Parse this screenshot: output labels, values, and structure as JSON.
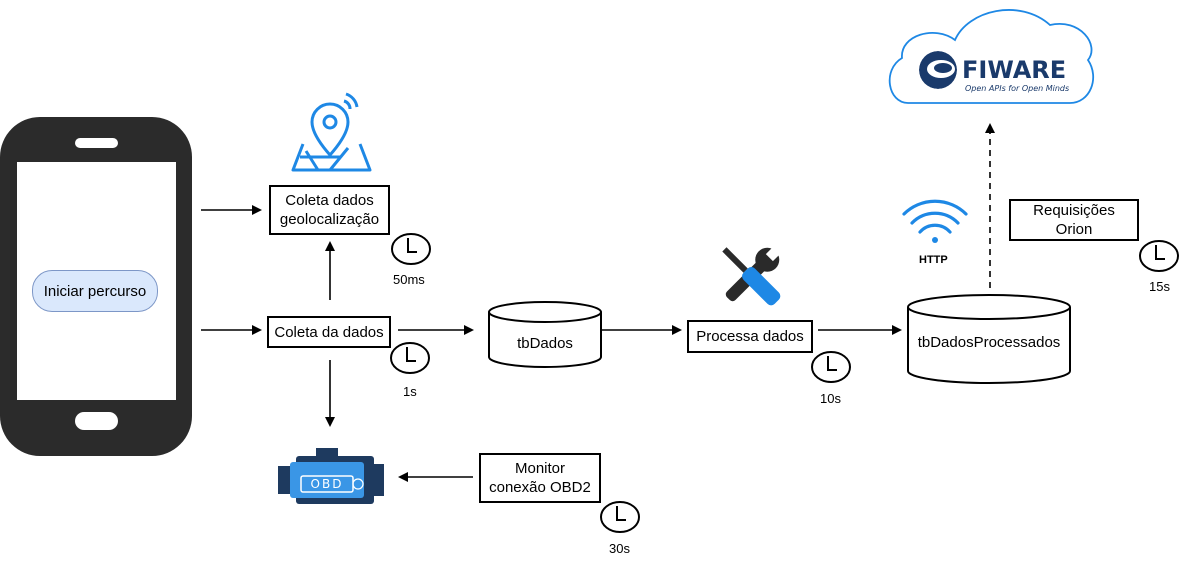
{
  "phone": {
    "button_label": "Iniciar percurso",
    "icon": "smartphone-icon"
  },
  "steps": {
    "geo": {
      "label": "Coleta dados geolocalização",
      "interval": "50ms",
      "icon": "map-pin-icon"
    },
    "collect": {
      "label": "Coleta da dados",
      "interval": "1s"
    },
    "obd": {
      "label": "Monitor conexão OBD2",
      "interval": "30s",
      "icon": "obd-engine-icon",
      "icon_text": "OBD"
    },
    "process": {
      "label": "Processa dados",
      "interval": "10s",
      "icon": "tools-icon"
    },
    "orion": {
      "label": "Requisições Orion",
      "interval": "15s"
    }
  },
  "databases": {
    "raw": {
      "label": "tbDados"
    },
    "processed": {
      "label": "tbDadosProcessados"
    }
  },
  "http": {
    "label": "HTTP",
    "icon": "wifi-icon"
  },
  "fiware": {
    "name": "FIWARE",
    "tagline": "Open APIs for Open Minds",
    "icon": "cloud-icon"
  },
  "colors": {
    "accent_blue": "#1e88e5",
    "button_fill": "#dae8fc",
    "button_border": "#7d97c7",
    "phone_body": "#2b2b2b",
    "fiware_navy": "#1a3a6b"
  }
}
